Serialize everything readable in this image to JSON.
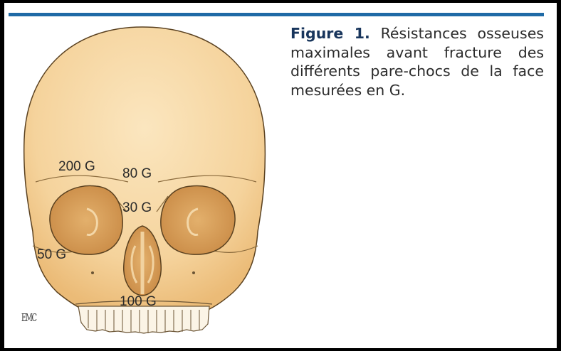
{
  "caption": {
    "figure_label": "Figure 1.",
    "text": "Résistances osseuses maximales avant fracture des différents pare-chocs de la face mesurées en G."
  },
  "figure": {
    "labels": {
      "frontal": "200 G",
      "nasal_bridge": "80 G",
      "nasal": "30 G",
      "zygomatic": "50 G",
      "maxilla": "100 G"
    },
    "logo_text": "EMC"
  },
  "colors": {
    "rule": "#1f6aa6",
    "bone": "#f6d7a3",
    "bone_shadow": "#e9bd7c",
    "cavity": "#d9a05c"
  }
}
